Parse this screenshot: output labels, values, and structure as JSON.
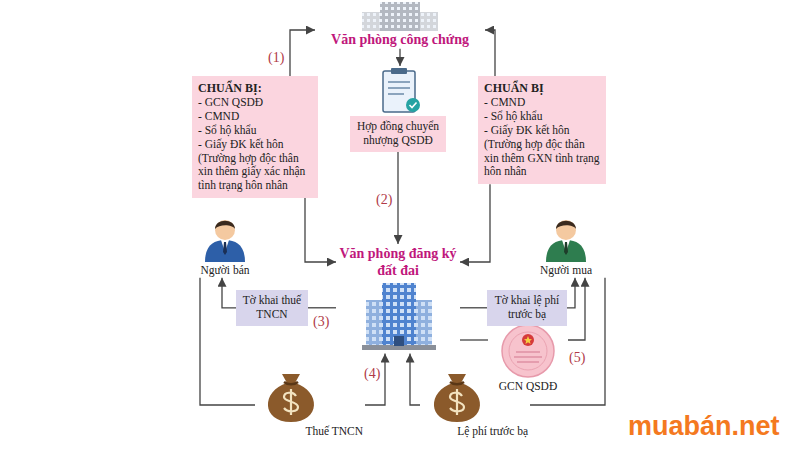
{
  "diagram": {
    "nodes": [
      {
        "text": [
          "Văn phòng công chứng"
        ]
      },
      {
        "text": [
          "CHUẨN BỊ:",
          "- GCN QSDĐ",
          "- CMND",
          "- Sổ hộ khẩu",
          "- Giấy ĐK kết hôn",
          "(Trường hợp độc thân xin thêm giấy xác nhận tình trạng hôn nhân"
        ]
      },
      {
        "text": [
          "Hợp đồng chuyển nhượng QSDĐ"
        ]
      },
      {
        "text": [
          "CHUẨN BỊ",
          "- CMND",
          "- Sổ hộ khẩu",
          "- Giấy ĐK kết hôn",
          "(Trường hợp độc thân xin thêm GXN tình trạng hôn nhân"
        ]
      },
      {
        "text": [
          "Người bán"
        ]
      },
      {
        "text": [
          "Văn phòng đăng ký đất đai"
        ]
      },
      {
        "text": [
          "Người mua"
        ]
      },
      {
        "text": [
          "Tờ khai thuế TNCN"
        ]
      },
      {
        "text": [
          "Tờ khai lệ phí trước bạ"
        ]
      },
      {
        "text": [
          "GCN QSDĐ"
        ]
      },
      {
        "text": [
          "Thuế TNCN"
        ]
      },
      {
        "text": [
          "Lệ phí trước bạ"
        ]
      }
    ],
    "edges": [
      {
        "from": 1,
        "to": 0,
        "arrow": "to"
      },
      {
        "from": 3,
        "to": 0,
        "arrow": "to"
      },
      {
        "from": 0,
        "to": 2,
        "arrow": "to"
      },
      {
        "from": 2,
        "to": 5,
        "arrow": "to"
      },
      {
        "from": 1,
        "to": 5,
        "arrow": "to"
      },
      {
        "from": 3,
        "to": 5,
        "arrow": "to"
      },
      {
        "from": 5,
        "to": 7,
        "arrow": "none"
      },
      {
        "from": 7,
        "to": 4,
        "arrow": "to"
      },
      {
        "from": 4,
        "to": 10,
        "arrow": "none"
      },
      {
        "from": 10,
        "to": 5,
        "arrow": "to"
      },
      {
        "from": 5,
        "to": 8,
        "arrow": "none"
      },
      {
        "from": 8,
        "to": 6,
        "arrow": "to"
      },
      {
        "from": 6,
        "to": 11,
        "arrow": "none"
      },
      {
        "from": 11,
        "to": 5,
        "arrow": "to"
      },
      {
        "from": 5,
        "to": 9,
        "arrow": "none"
      },
      {
        "from": 9,
        "to": 6,
        "arrow": "to"
      }
    ],
    "labels": [
      "(1)",
      "(2)",
      "(3)",
      "(4)",
      "(5)",
      "muabán.net"
    ]
  }
}
